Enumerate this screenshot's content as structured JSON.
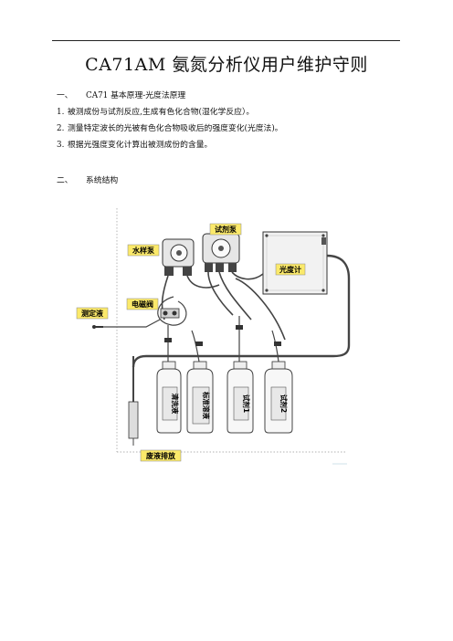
{
  "title": "CA71AM 氨氮分析仪用户维护守则",
  "section1": {
    "num": "一、",
    "text": "CA71 基本原理-光度法原理"
  },
  "items": [
    {
      "num": "1.",
      "text": "被测成份与试剂反应,生成有色化合物(湿化学反应）。"
    },
    {
      "num": "2.",
      "text": "测量特定波长的光被有色化合物吸收后的强度变化(光度法)。"
    },
    {
      "num": "3.",
      "text": "根据光强度变化计算出被测成份的含量。"
    }
  ],
  "section2": {
    "num": "二、",
    "text": "系统结构"
  },
  "diagram": {
    "labels": {
      "reagent_pump": "试剂泵",
      "sample_pump": "水样泵",
      "photometer": "光度计",
      "solenoid_valve": "电磁阀",
      "sample_liquid": "测定液",
      "waste": "废液排放"
    },
    "bottles": [
      "清洗液",
      "标准溶液",
      "试剂1",
      "试剂2"
    ]
  }
}
